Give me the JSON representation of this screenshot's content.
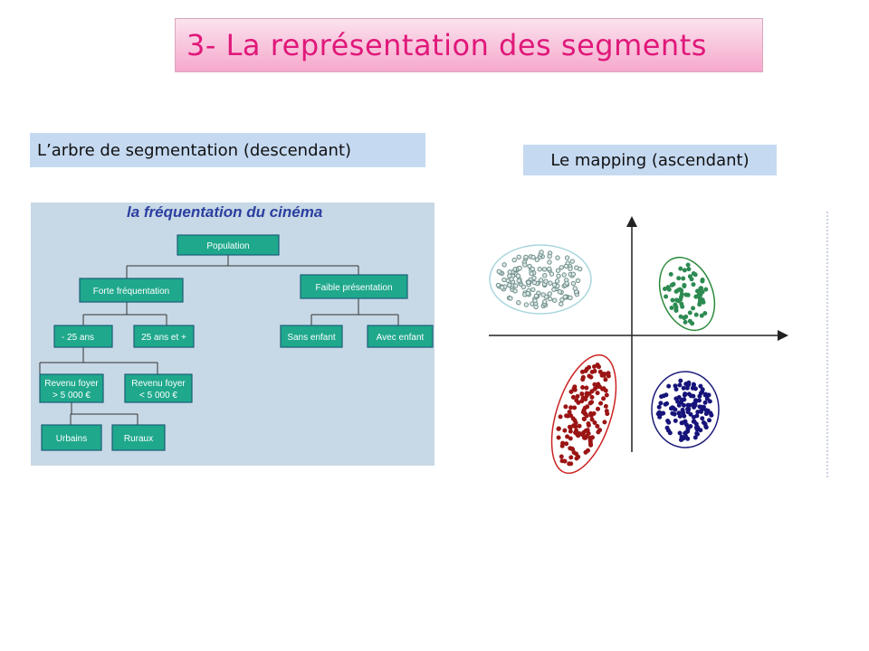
{
  "title": "3- La représentation des segments",
  "left_label": "L’arbre de segmentation (descendant)",
  "right_label": "Le mapping (ascendant)",
  "tree": {
    "heading": "la fréquentation du cinéma",
    "nodes": {
      "population": "Population",
      "forte": "Forte fréquentation",
      "faible": "Faible présentation",
      "moins25": "- 25 ans",
      "plus25": "25 ans et +",
      "sans_enfant": "Sans enfant",
      "avec_enfant": "Avec enfant",
      "revenu_haut_1": "Revenu foyer",
      "revenu_haut_2": "> 5 000 €",
      "revenu_bas_1": "Revenu foyer",
      "revenu_bas_2": "< 5 000 €",
      "urbains": "Urbains",
      "ruraux": "Ruraux"
    },
    "colors": {
      "node_fill": "#1fa88c",
      "node_stroke": "#1c5e78",
      "heading": "#2b3fa0",
      "line": "#333333"
    }
  },
  "mapping": {
    "clusters": [
      {
        "name": "grey",
        "color": "#6e8e8a",
        "ellipse": "#a9d6dc"
      },
      {
        "name": "green",
        "color": "#2d8a52",
        "ellipse": "#2a8a3a"
      },
      {
        "name": "red",
        "color": "#9b1414",
        "ellipse": "#cc2222"
      },
      {
        "name": "blue",
        "color": "#16147a",
        "ellipse": "#1c1c7a"
      }
    ]
  }
}
